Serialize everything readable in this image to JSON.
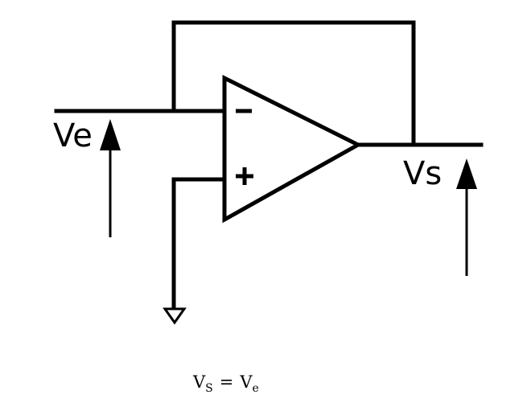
{
  "labels": {
    "input": "Ve",
    "output": "Vs",
    "minus": "−",
    "plus": "+"
  },
  "equation": {
    "lhs": "V",
    "lhs_sub": "S",
    "op": "=",
    "rhs": "V",
    "rhs_sub": "e"
  },
  "colors": {
    "stroke": "#000000",
    "background": "#ffffff"
  }
}
